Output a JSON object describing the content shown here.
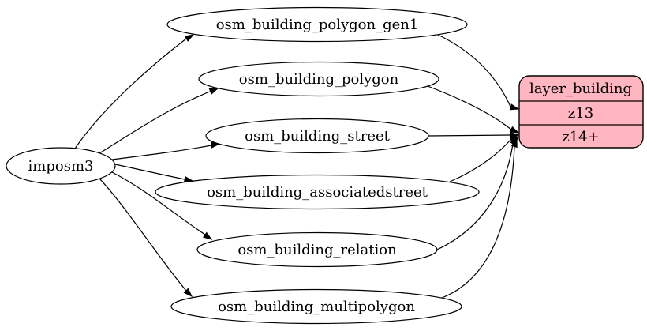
{
  "diagram": {
    "source": {
      "label": "imposm3"
    },
    "tables": [
      {
        "label": "osm_building_polygon_gen1"
      },
      {
        "label": "osm_building_polygon"
      },
      {
        "label": "osm_building_street"
      },
      {
        "label": "osm_building_associatedstreet"
      },
      {
        "label": "osm_building_relation"
      },
      {
        "label": "osm_building_multipolygon"
      }
    ],
    "layer": {
      "title": "layer_building",
      "rows": [
        {
          "label": "z13"
        },
        {
          "label": "z14+"
        }
      ],
      "fill": "#ffb6c1"
    },
    "edges": [
      {
        "from": "imposm3",
        "to": "osm_building_polygon_gen1"
      },
      {
        "from": "imposm3",
        "to": "osm_building_polygon"
      },
      {
        "from": "imposm3",
        "to": "osm_building_street"
      },
      {
        "from": "imposm3",
        "to": "osm_building_associatedstreet"
      },
      {
        "from": "imposm3",
        "to": "osm_building_relation"
      },
      {
        "from": "imposm3",
        "to": "osm_building_multipolygon"
      },
      {
        "from": "osm_building_polygon_gen1",
        "to": "layer_building.z13"
      },
      {
        "from": "osm_building_polygon",
        "to": "layer_building.z14+"
      },
      {
        "from": "osm_building_street",
        "to": "layer_building.z14+"
      },
      {
        "from": "osm_building_associatedstreet",
        "to": "layer_building.z14+"
      },
      {
        "from": "osm_building_relation",
        "to": "layer_building.z14+"
      },
      {
        "from": "osm_building_multipolygon",
        "to": "layer_building.z14+"
      }
    ],
    "colors": {
      "stroke": "#000000",
      "table_fill": "#ffffff",
      "layer_fill": "#ffb6c1",
      "background": "#ffffff"
    }
  }
}
